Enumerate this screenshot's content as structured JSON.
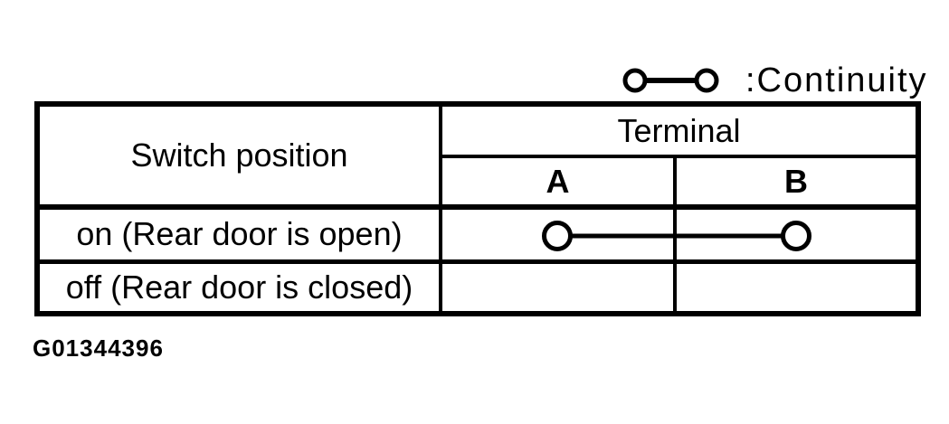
{
  "legend": {
    "symbol": "continuity-symbol",
    "label": ":Continuity"
  },
  "table": {
    "headers": {
      "switch_position": "Switch position",
      "terminal": "Terminal",
      "terminal_a": "A",
      "terminal_b": "B"
    },
    "rows": [
      {
        "label": "on (Rear door is open)",
        "has_continuity": true,
        "continuity_between": [
          "A",
          "B"
        ]
      },
      {
        "label": "off (Rear door is closed)",
        "has_continuity": false,
        "continuity_between": []
      }
    ]
  },
  "figure_id": "G01344396",
  "colors": {
    "ink": "#000000",
    "paper": "#ffffff"
  }
}
